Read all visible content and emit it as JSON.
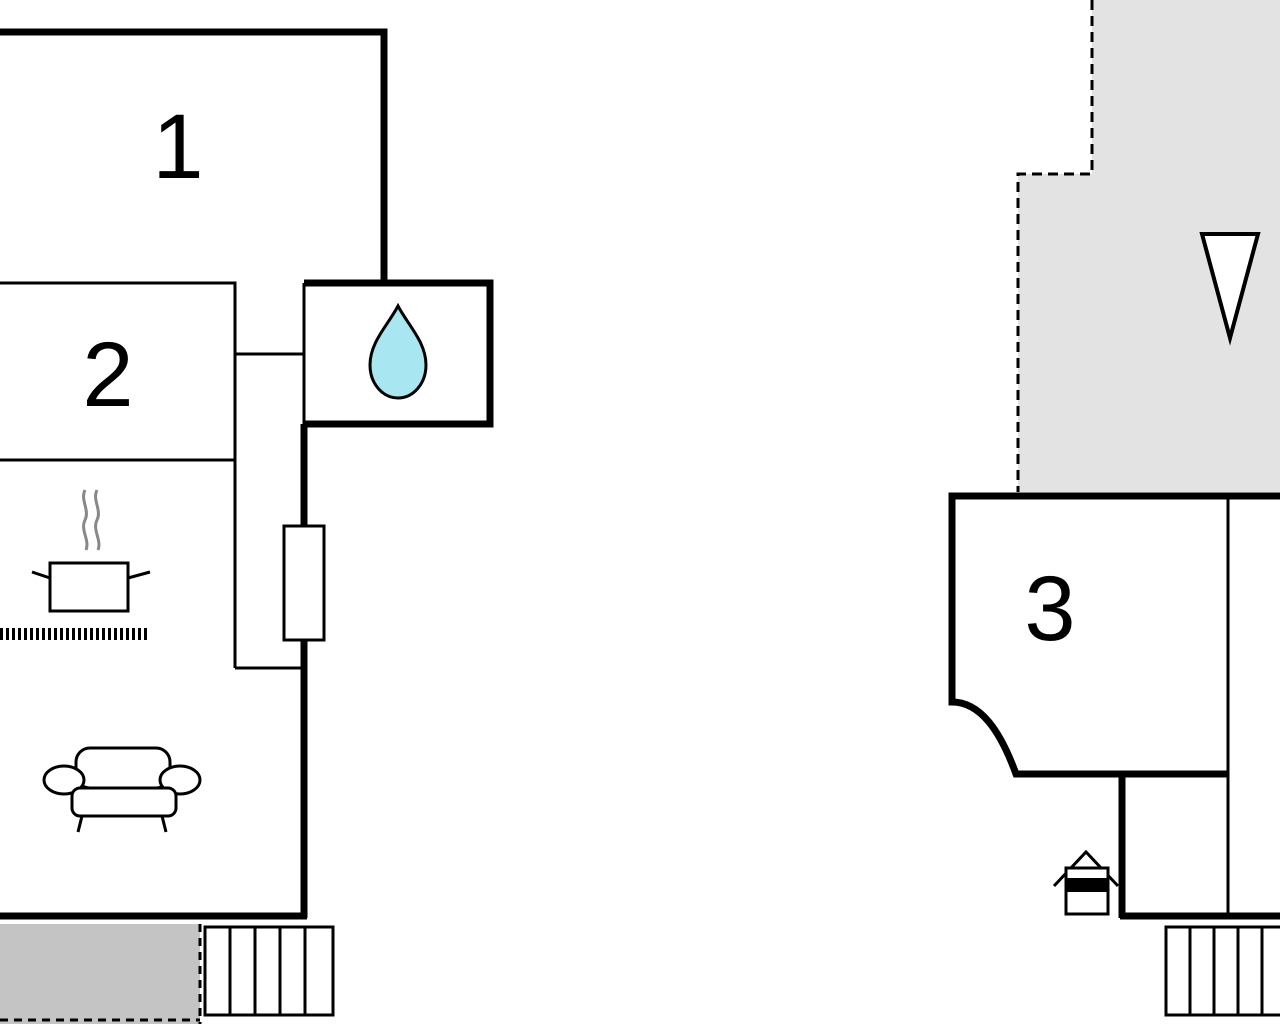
{
  "floor_plan": {
    "rooms": [
      {
        "label": "1"
      },
      {
        "label": "2"
      },
      {
        "label": "3"
      }
    ],
    "icons": [
      "water-drop-icon",
      "kitchen-pot-icon",
      "sofa-icon",
      "north-arrow-icon",
      "entrance-house-icon",
      "steps-icon",
      "terrace-area"
    ],
    "colors": {
      "wall": "#000000",
      "water": "#a8e6f2",
      "terrace_shade": "#e3e3e3",
      "patio_shade": "#c4c4c4",
      "steam": "#888888"
    }
  }
}
